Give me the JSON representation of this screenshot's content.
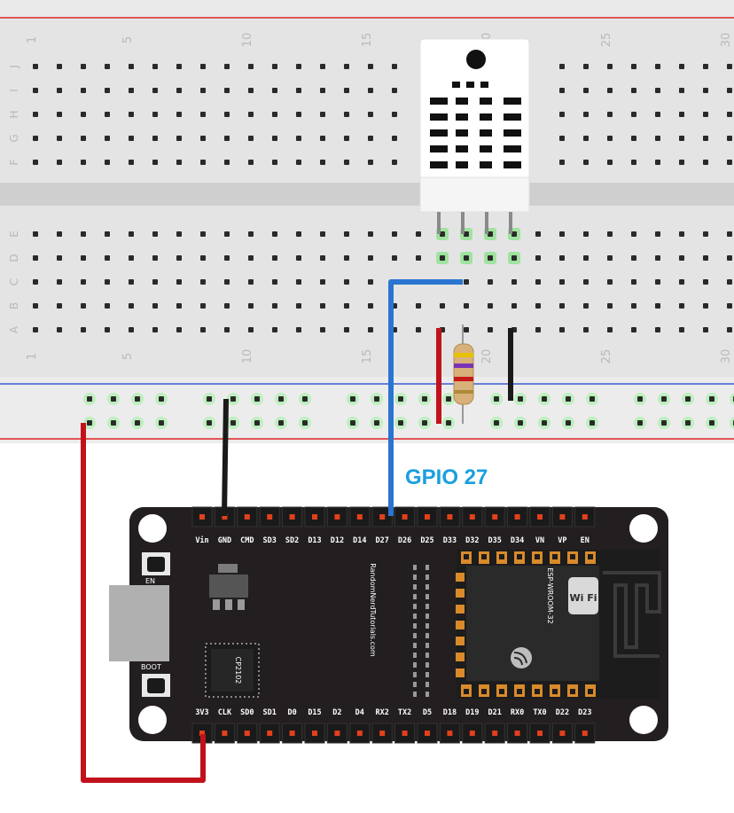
{
  "breadboard": {
    "column_numbers": [
      "1",
      "5",
      "10",
      "15",
      "20",
      "25",
      "30"
    ],
    "rows_top": [
      "J",
      "I",
      "H",
      "G",
      "F"
    ],
    "rows_bottom": [
      "E",
      "D",
      "C",
      "B",
      "A"
    ]
  },
  "annotation": {
    "gpio_label": "GPIO 27",
    "color": "#1a9fdf"
  },
  "board": {
    "top_pins": [
      "Vin",
      "GND",
      "CMD",
      "SD3",
      "SD2",
      "D13",
      "D12",
      "D14",
      "D27",
      "D26",
      "D25",
      "D33",
      "D32",
      "D35",
      "D34",
      "VN",
      "VP",
      "EN"
    ],
    "bottom_pins": [
      "3V3",
      "CLK",
      "SD0",
      "SD1",
      "D0",
      "D15",
      "D2",
      "D4",
      "RX2",
      "TX2",
      "D5",
      "D18",
      "D19",
      "D21",
      "RX0",
      "TX0",
      "D22",
      "D23"
    ],
    "en_label": "EN",
    "boot_label": "BOOT",
    "usb_chip": "CP2102",
    "vertical_text": "RandomNerdTutorials.com",
    "module_text": "ESP-WROOM-32",
    "wifi_text": "Wi Fi"
  },
  "colors": {
    "wire_red": "#c1121b",
    "wire_black": "#1a1a1a",
    "wire_blue": "#2a75d1",
    "board": "#231f20",
    "breadboard": "#e4e4e4"
  }
}
